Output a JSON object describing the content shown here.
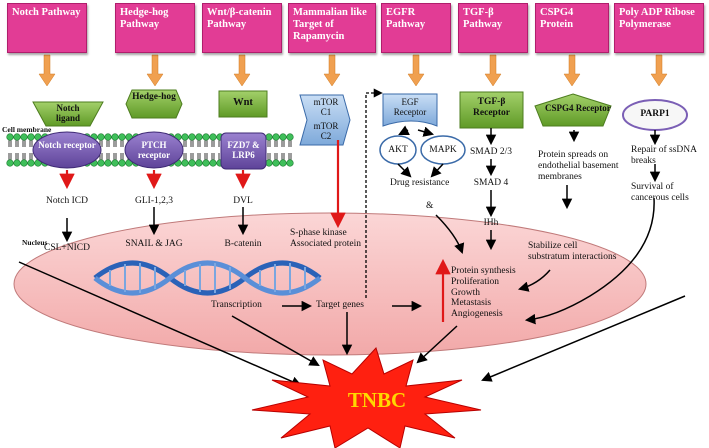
{
  "pathways": [
    {
      "label": "Notch Pathway"
    },
    {
      "label": "Hedge-hog Pathway"
    },
    {
      "label": "Wnt/β-catenin Pathway"
    },
    {
      "label": "Mammalian like Target of Rapamycin"
    },
    {
      "label": "EGFR Pathway"
    },
    {
      "label": "TGF-β Pathway"
    },
    {
      "label": "CSPG4 Protein"
    },
    {
      "label": "Poly ADP Ribose Polymerase"
    }
  ],
  "ligands": {
    "notch": "Notch ligand",
    "hedgehog": "Hedge-hog",
    "wnt": "Wnt",
    "mtor_c1": "mTOR C1",
    "mtor_c2": "mTOR C2",
    "egf": "EGF Receptor",
    "tgf": "TGF-β Receptor",
    "cspg4": "CSPG4 Receptor",
    "parp1": "PARP1"
  },
  "receptors": {
    "notch": "Notch receptor",
    "ptch": "PTCH receptor",
    "fzd": "FZD7 & LRP6"
  },
  "membrane_label": "Cell membrane",
  "nucleus_label": "Nucleus",
  "nodes": {
    "akt": "AKT",
    "mapk": "MAPK",
    "drug_resistance": "Drug resistance",
    "ampersand": "&",
    "notch_icd": "Notch ICD",
    "gli": "GLI-1,2,3",
    "dvl": "DVL",
    "smad23": "SMAD 2/3",
    "smad4": "SMAD 4",
    "ihh": "IHh",
    "csl": "CSL+NICD",
    "snail": "SNAIL & JAG",
    "bcatenin": "B-catenin",
    "sphase": "S-phase kinase Associated protein",
    "cspg_spread": "Protein spreads on endothelial basement membranes",
    "stabilize": "Stabilize cell substratum interactions",
    "repair": "Repair of ssDNA breaks",
    "survival": "Survival of cancerous cells",
    "transcription": "Transcription",
    "target_genes": "Target genes",
    "outcomes": [
      "Protein synthesis",
      "Proliferation",
      "Growth",
      "Metastasis",
      "Angiogenesis"
    ],
    "tnbc": "TNBC"
  },
  "colors": {
    "pathway_fill": "#e23c95",
    "arrow_orange": "#f0a050",
    "ligand_green": "#7cba3d",
    "receptor_purple": "#7b5fb5",
    "nucleus_fill": "#f6bcbc",
    "red_arrow": "#e01818",
    "star_red": "#ff2010",
    "star_text": "#ffd800"
  }
}
